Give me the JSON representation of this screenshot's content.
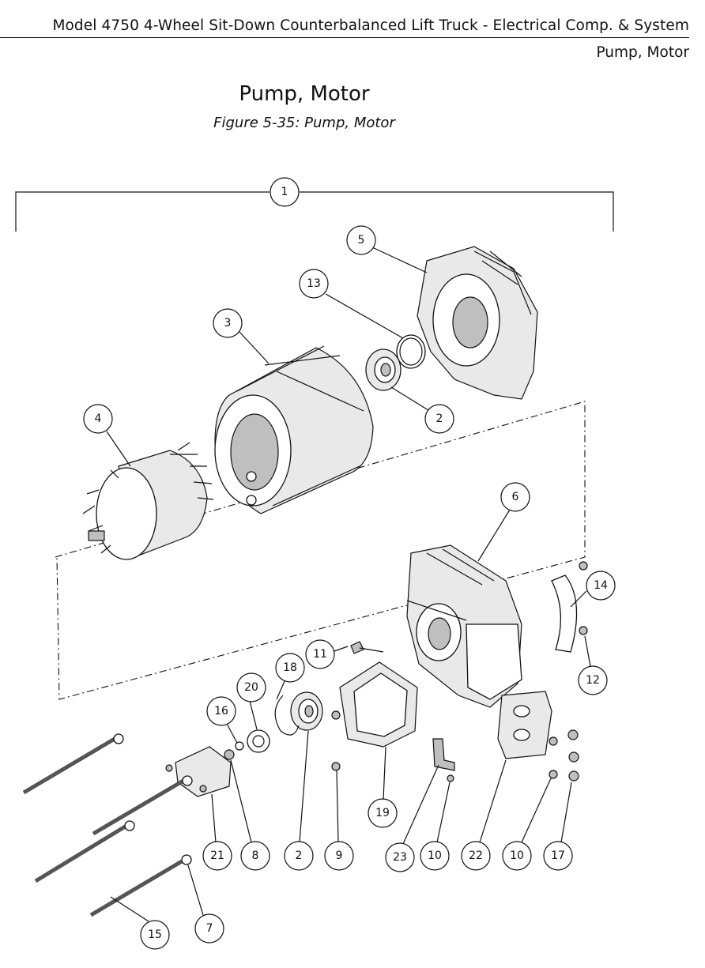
{
  "header": {
    "title": "Model 4750 4-Wheel Sit-Down Counterbalanced Lift Truck - Electrical Comp. & System",
    "section": "Pump, Motor"
  },
  "page": {
    "title": "Pump, Motor",
    "figure_caption": "Figure 5-35: Pump, Motor"
  },
  "callouts": [
    "1",
    "5",
    "13",
    "3",
    "2",
    "4",
    "6",
    "14",
    "11",
    "18",
    "20",
    "16",
    "12",
    "19",
    "21",
    "8",
    "2",
    "9",
    "23",
    "10",
    "22",
    "10",
    "17",
    "7",
    "15"
  ]
}
